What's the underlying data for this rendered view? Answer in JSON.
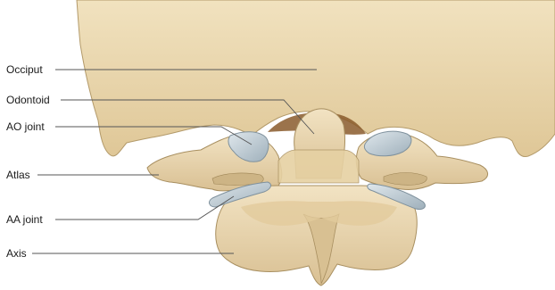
{
  "labels": {
    "occiput": "Occiput",
    "odontoid": "Odontoid",
    "ao_joint": "AO joint",
    "atlas": "Atlas",
    "aa_joint": "AA joint",
    "axis": "Axis"
  },
  "colors": {
    "bone": "#e9d6ab",
    "bone_shadow": "#c9b083",
    "bone_highlight": "#f3e6c7",
    "cartilage": "#b8c6cf",
    "cartilage_edge": "#8fa0ab",
    "ligament": "#8a5a2b",
    "leader_line": "#555555"
  }
}
